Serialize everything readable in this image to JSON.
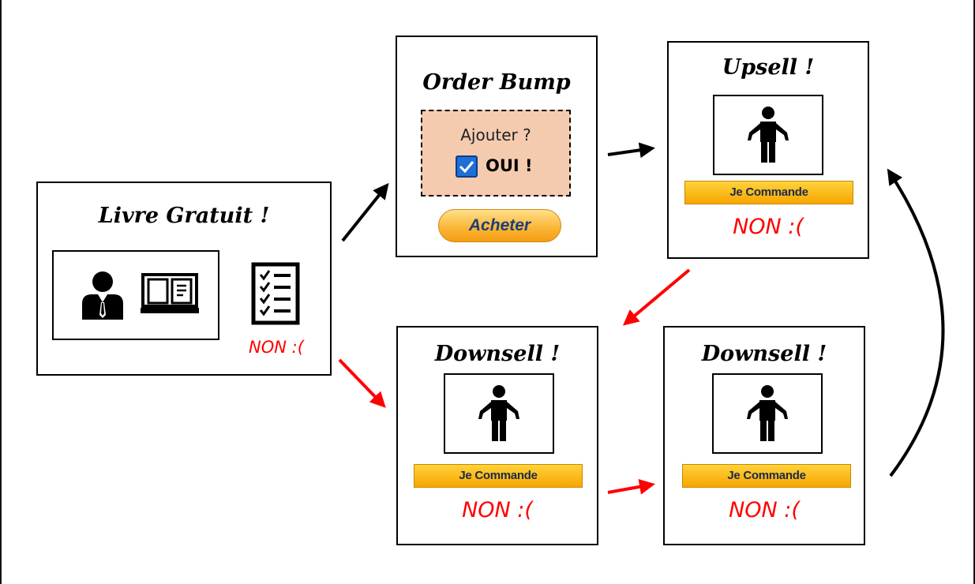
{
  "nodes": {
    "livre": {
      "title": "Livre Gratuit !",
      "non_label": "NON :("
    },
    "order_bump": {
      "title": "Order Bump",
      "question": "Ajouter ?",
      "checkbox_label": "OUI !",
      "checkbox_checked": true,
      "button_label": "Acheter"
    },
    "upsell": {
      "title": "Upsell !",
      "button_label": "Je Commande",
      "non_label": "NON :("
    },
    "downsell_1": {
      "title": "Downsell !",
      "button_label": "Je Commande",
      "non_label": "NON :("
    },
    "downsell_2": {
      "title": "Downsell !",
      "button_label": "Je Commande",
      "non_label": "NON :("
    }
  },
  "colors": {
    "yes_arrow": "#000000",
    "no_arrow": "#ff0000",
    "non_text": "#ff0000",
    "bump_fill": "#f5cbb0",
    "command_button": "#f7a600",
    "acheter_button": "#fbb73a"
  },
  "icons": [
    "businessman-icon",
    "book-icon",
    "checklist-icon",
    "person-shrug-icon",
    "checkbox-checked-icon"
  ]
}
